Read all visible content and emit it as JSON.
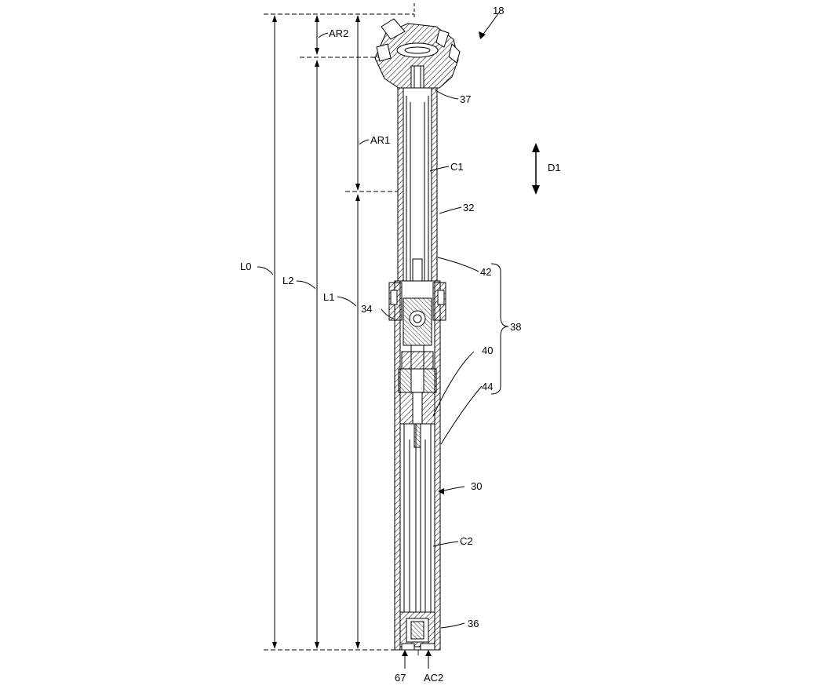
{
  "diagram": {
    "figure_label": "18",
    "labels": {
      "ar2": "AR2",
      "ar1": "AR1",
      "c1": "C1",
      "d1": "D1",
      "l0": "L0",
      "l2": "L2",
      "l1": "L1",
      "ref_32": "32",
      "ref_37": "37",
      "ref_42": "42",
      "ref_34": "34",
      "ref_38": "38",
      "ref_40": "40",
      "ref_44": "44",
      "ref_30": "30",
      "c2": "C2",
      "ref_36": "36",
      "ref_67": "67",
      "ac2": "AC2"
    },
    "colors": {
      "line": "#000000",
      "background": "#ffffff",
      "hatch": "#000000"
    }
  }
}
